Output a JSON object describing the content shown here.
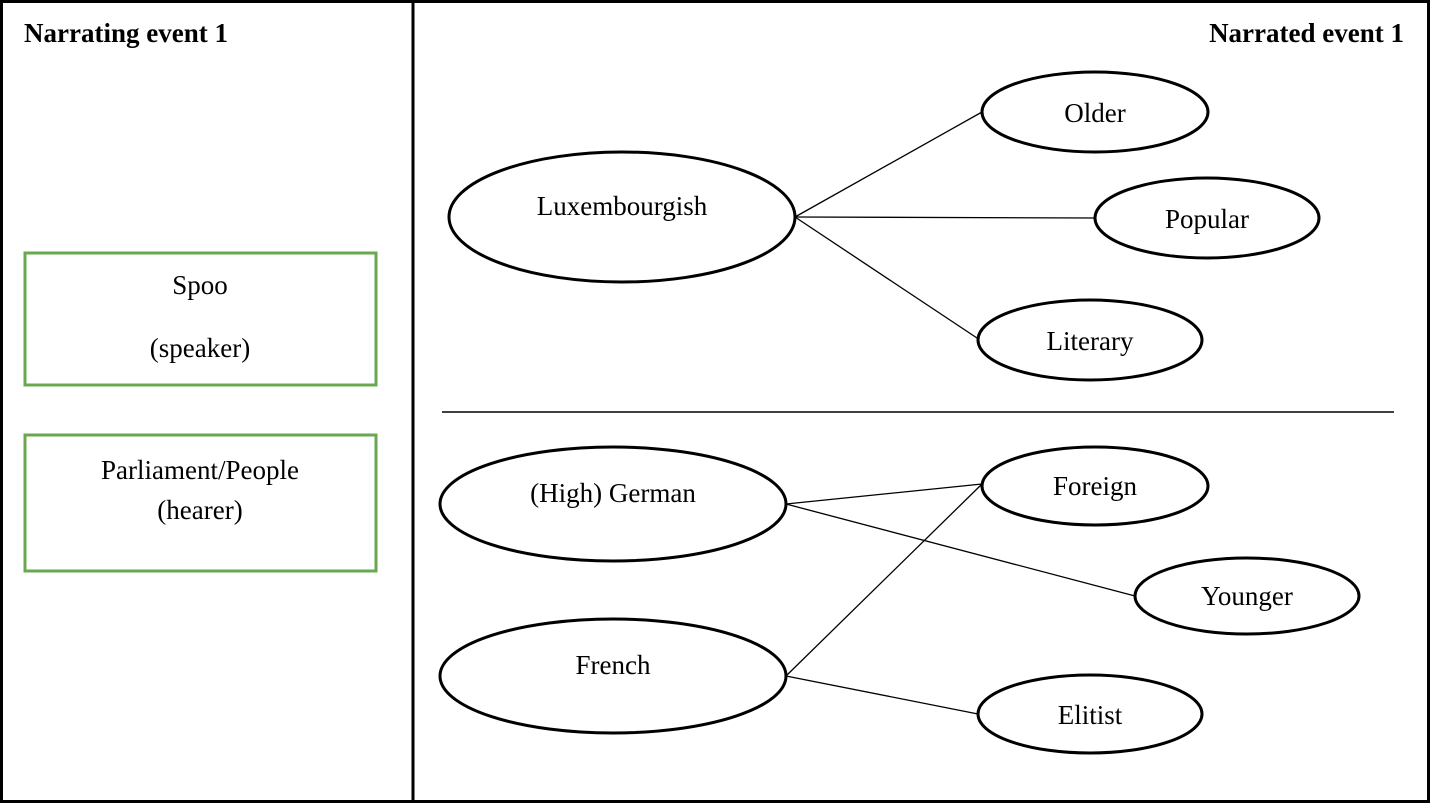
{
  "left_panel": {
    "title": "Narrating event 1",
    "speaker_box": {
      "name": "Spoo",
      "role": "(speaker)"
    },
    "hearer_box": {
      "name": "Parliament/People",
      "role": "(hearer)"
    },
    "box_border_color": "#6aa84f"
  },
  "right_panel": {
    "title": "Narrated event 1",
    "top_group": {
      "language": "Luxembourgish",
      "attributes": [
        "Older",
        "Popular",
        "Literary"
      ]
    },
    "bottom_group": {
      "languages": [
        "(High) German",
        "French"
      ],
      "attributes": [
        "Foreign",
        "Younger",
        "Elitist"
      ],
      "links": [
        [
          "(High) German",
          "Foreign"
        ],
        [
          "(High) German",
          "Younger"
        ],
        [
          "French",
          "Foreign"
        ],
        [
          "French",
          "Elitist"
        ]
      ]
    }
  }
}
